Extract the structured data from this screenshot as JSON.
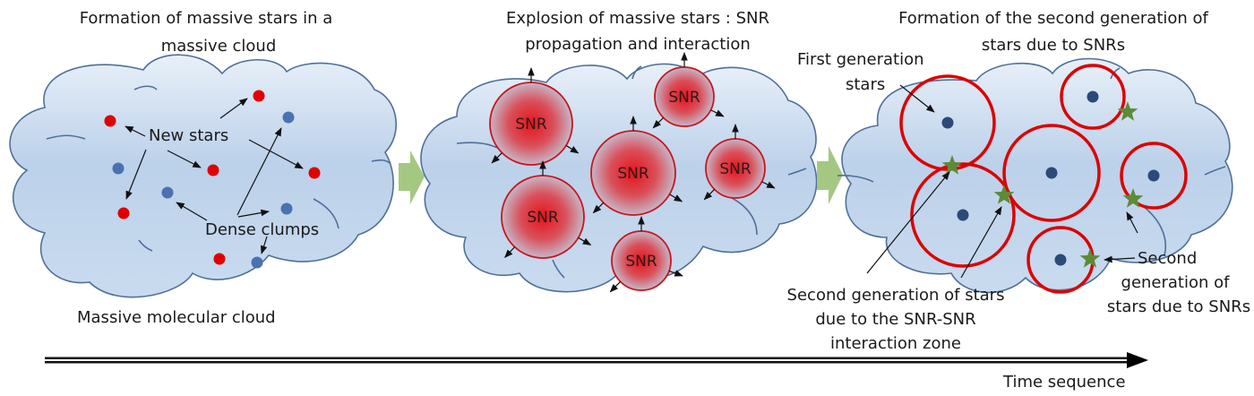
{
  "panels": [
    {
      "id": "panel-1",
      "title_lines": [
        "Formation of massive stars in a",
        "massive cloud"
      ],
      "labels": {
        "new_stars": "New stars",
        "dense_clumps": "Dense clumps",
        "cloud": "Massive molecular cloud"
      }
    },
    {
      "id": "panel-2",
      "title_lines": [
        "Explosion of massive stars : SNR",
        "propagation and interaction"
      ],
      "snr_label": "SNR",
      "snr_count": 6
    },
    {
      "id": "panel-3",
      "title_lines": [
        "Formation of the second generation of",
        "stars due to SNRs"
      ],
      "labels": {
        "first_gen_lines": [
          "First generation",
          "stars"
        ],
        "interaction_lines": [
          "Second generation of stars",
          "due to the SNR-SNR",
          "interaction zone"
        ],
        "second_gen_lines": [
          "Second",
          "generation of",
          "stars due to SNRs"
        ]
      }
    }
  ],
  "timeline": {
    "label": "Time sequence"
  },
  "colors": {
    "cloud_fill_top": "#e6eef8",
    "cloud_fill_bottom": "#b7cde6",
    "cloud_stroke": "#4f6f9a",
    "new_star": "#e00000",
    "dense_clump": "#4a72b0",
    "snr_core": "#e8151c",
    "snr_edge": "#d0b8c4",
    "shell_ring": "#dd0000",
    "first_gen_star": "#2b4a78",
    "second_gen_star": "#5e8a3a",
    "transition_arrow": "#a4c882"
  }
}
